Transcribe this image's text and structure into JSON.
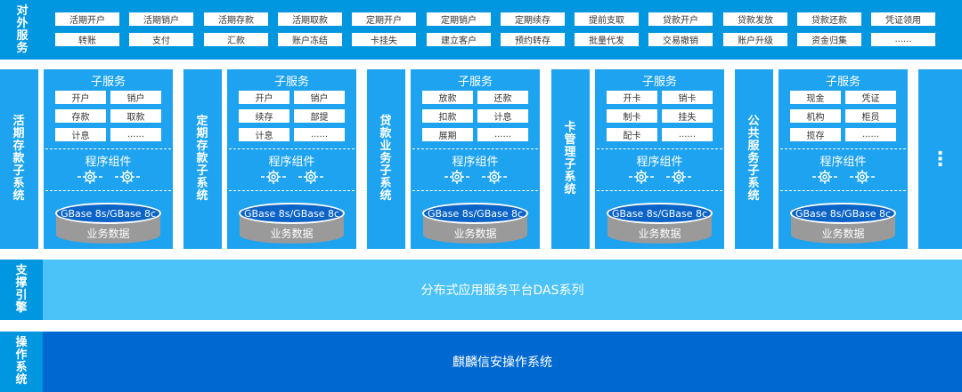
{
  "top": {
    "label_chars": [
      "对",
      "外",
      "服",
      "务"
    ],
    "row1": [
      "活期开户",
      "活期销户",
      "活期存款",
      "活期取款",
      "定期开户",
      "定期销户",
      "定期续存",
      "提前支取",
      "贷款开户",
      "贷款发放",
      "贷款还款",
      "凭证领用"
    ],
    "row2": [
      "转账",
      "支付",
      "汇款",
      "账户冻结",
      "卡挂失",
      "建立客户",
      "预约转存",
      "批量代发",
      "交易撤销",
      "账户升级",
      "资金归集",
      "......"
    ]
  },
  "subsystems": [
    {
      "label_chars": [
        "活",
        "期",
        "存",
        "款",
        "子",
        "系",
        "统"
      ],
      "title": "子服务",
      "items": [
        "开户",
        "销户",
        "存款",
        "取款",
        "计息",
        "......"
      ],
      "component_label": "程序组件",
      "db_label": "GBase 8s/GBase 8c",
      "data_label": "业务数据"
    },
    {
      "label_chars": [
        "定",
        "期",
        "存",
        "款",
        "子",
        "系",
        "统"
      ],
      "title": "子服务",
      "items": [
        "开户",
        "销户",
        "续存",
        "部提",
        "计息",
        "......"
      ],
      "component_label": "程序组件",
      "db_label": "GBase 8s/GBase 8c",
      "data_label": "业务数据"
    },
    {
      "label_chars": [
        "贷",
        "款",
        "业",
        "务",
        "子",
        "系",
        "统"
      ],
      "title": "子服务",
      "items": [
        "放款",
        "还款",
        "扣款",
        "计息",
        "展期",
        "......"
      ],
      "component_label": "程序组件",
      "db_label": "GBase 8s/GBase 8c",
      "data_label": "业务数据"
    },
    {
      "label_chars": [
        "卡",
        "管",
        "理",
        "子",
        "系",
        "统"
      ],
      "title": "子服务",
      "items": [
        "开卡",
        "销卡",
        "制卡",
        "挂失",
        "配卡",
        "......"
      ],
      "component_label": "程序组件",
      "db_label": "GBase 8s/GBase 8c",
      "data_label": "业务数据"
    },
    {
      "label_chars": [
        "公",
        "共",
        "服",
        "务",
        "子",
        "系",
        "统"
      ],
      "title": "子服务",
      "items": [
        "现金",
        "凭证",
        "机构",
        "柜员",
        "揽存",
        "......"
      ],
      "component_label": "程序组件",
      "db_label": "GBase 8s/GBase 8c",
      "data_label": "业务数据"
    }
  ],
  "more_marker": "⋮",
  "support": {
    "label_chars": [
      "支",
      "撑",
      "引",
      "擎"
    ],
    "text": "分布式应用服务平台DAS系列"
  },
  "os": {
    "label_chars": [
      "操",
      "作",
      "系",
      "统"
    ],
    "text": "麒麟信安操作系统"
  },
  "colors": {
    "dark_blue": "#0096e0",
    "mid_blue": "#1ea3f0",
    "light_blue": "#4cc3f8",
    "os_blue": "#0069d1",
    "db_blue": "#0a63c6",
    "db_gray": "#9a9a9a"
  },
  "icons": {
    "component": "gear-icon"
  }
}
